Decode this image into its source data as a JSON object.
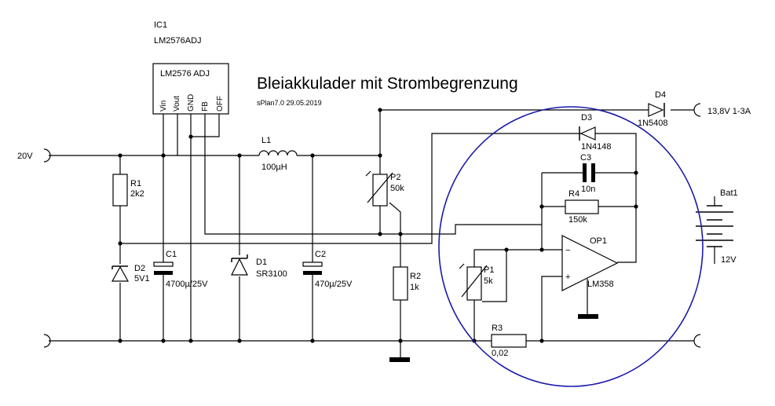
{
  "title": "Bleiakkulader mit Strombegrenzung",
  "subtitle": "sPlan7.0 29.05.2019",
  "ic1": {
    "ref": "IC1",
    "part": "LM2576ADJ",
    "box_label": "LM2576 ADJ",
    "pins": [
      "Vin",
      "Vout",
      "GND",
      "FB",
      "OFF"
    ]
  },
  "terminals": {
    "input": "20V",
    "output": "13,8V 1-3A"
  },
  "components": {
    "r1": {
      "ref": "R1",
      "value": "2k2"
    },
    "d2": {
      "ref": "D2",
      "value": "5V1"
    },
    "c1": {
      "ref": "C1",
      "value": "4700µ/25V"
    },
    "d1": {
      "ref": "D1",
      "value": "SR3100"
    },
    "l1": {
      "ref": "L1",
      "value": "100µH"
    },
    "c2": {
      "ref": "C2",
      "value": "470µ/25V"
    },
    "p2": {
      "ref": "P2",
      "value": "50k"
    },
    "r2": {
      "ref": "R2",
      "value": "1k"
    },
    "d4": {
      "ref": "D4",
      "value": "1N5408"
    },
    "d3": {
      "ref": "D3",
      "value": "1N4148"
    },
    "c3": {
      "ref": "C3",
      "value": "10n"
    },
    "r4": {
      "ref": "R4",
      "value": "150k"
    },
    "op1": {
      "ref": "OP1",
      "value": "LM358",
      "minus": "−",
      "plus": "+"
    },
    "p1": {
      "ref": "P1",
      "value": "5k"
    },
    "r3": {
      "ref": "R3",
      "value": "0,02"
    },
    "bat1": {
      "ref": "Bat1",
      "value": "12V"
    }
  },
  "colors": {
    "highlight_circle": "#1a1aa8",
    "wire": "#000000"
  }
}
